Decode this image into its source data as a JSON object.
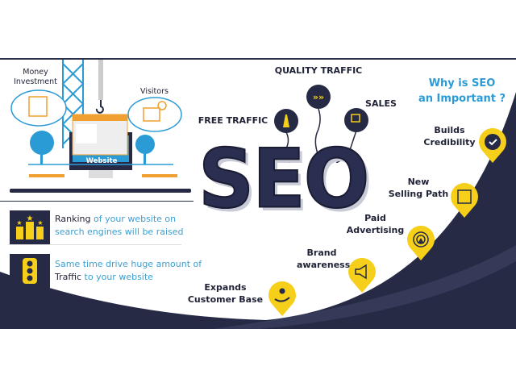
{
  "left": {
    "money_label": "Money Investment",
    "visitors_label": "Visitors",
    "website_label": "Website",
    "ranking": {
      "bold": "Ranking",
      "rest": " of your website on search engines will be raised"
    },
    "traffic": {
      "pre": "Same time drive huge amount of ",
      "bold": "Traffic",
      "post": " to your website"
    }
  },
  "center": {
    "seo": "SEO",
    "free_traffic": "FREE TRAFFIC",
    "quality_traffic": "QUALITY TRAFFIC",
    "sales": "SALES"
  },
  "right": {
    "title_line1": "Why is SEO",
    "title_line2": "an Important ?",
    "reasons": [
      {
        "l1": "Builds",
        "l2": "Credibility",
        "icon": "badge-check-icon"
      },
      {
        "l1": "New",
        "l2": "Selling Path",
        "icon": "map-icon"
      },
      {
        "l1": "Paid",
        "l2": "Advertising",
        "icon": "target-click-icon"
      },
      {
        "l1": "Brand",
        "l2": "awareness",
        "icon": "megaphone-icon"
      },
      {
        "l1": "Expands",
        "l2": "Customer Base",
        "icon": "customer-hand-icon"
      }
    ]
  },
  "colors": {
    "navy": "#262a45",
    "yellow": "#f5cf1a",
    "blue": "#2b9bd6",
    "orange": "#f0a030"
  }
}
